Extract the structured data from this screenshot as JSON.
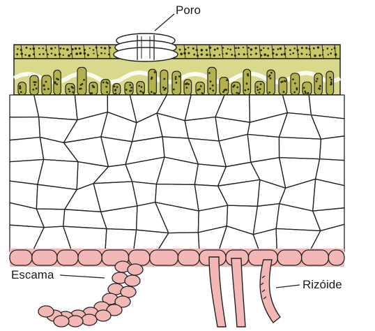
{
  "labels": {
    "poro": "Poro",
    "escama": "Escama",
    "rizoide": "Rizóide"
  },
  "colors": {
    "upper_epidermis": "#c9c96a",
    "chlorenchyma": "#b3b24f",
    "chloroplast_dots": "#2d2d12",
    "parenchyma_fill": "#ffffff",
    "cell_walls": "#222222",
    "lower_tissue": "#f3b8b6",
    "lower_tissue_dark": "#e79c9a"
  }
}
